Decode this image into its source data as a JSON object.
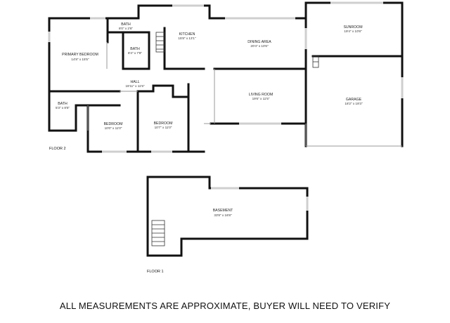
{
  "rooms": {
    "primary_bedroom": {
      "name": "PRIMARY BEDROOM",
      "dim": "14'8\" x 15'5\""
    },
    "bath_small": {
      "name": "BATH",
      "dim": "8'0\" x 2'6\""
    },
    "bath_mid": {
      "name": "BATH",
      "dim": "8'4\" x 7'8\""
    },
    "kitchen": {
      "name": "KITCHEN",
      "dim": "15'8\" x 13'1\""
    },
    "dining_area": {
      "name": "DINING AREA",
      "dim": "20'4\" x 10'6\""
    },
    "sunroom": {
      "name": "SUNROOM",
      "dim": "19'4\" x 10'8\""
    },
    "hall": {
      "name": "HALL",
      "dim": "19'11\" x 11'5\""
    },
    "bath_left": {
      "name": "BATH",
      "dim": "5'3\" x 8'5\""
    },
    "bedroom_1": {
      "name": "BEDROOM",
      "dim": "10'0\" x 11'0\""
    },
    "bedroom_2": {
      "name": "BEDROOM",
      "dim": "10'7\" x 11'0\""
    },
    "living_room": {
      "name": "LIVING ROOM",
      "dim": "19'6\" x 11'5\""
    },
    "garage": {
      "name": "GARAGE",
      "dim": "18'2\" x 19'3\""
    },
    "basement": {
      "name": "BASEMENT",
      "dim": "33'8\" x 16'8\""
    }
  },
  "floors": {
    "floor2": "FLOOR 2",
    "floor1": "FLOOR 1"
  },
  "footer": {
    "disclaimer": "ALL MEASUREMENTS ARE APPROXIMATE, BUYER WILL NEED TO VERIFY"
  },
  "colors": {
    "wall": "#111111",
    "thin_wall": "#aaaaaa",
    "background": "#ffffff"
  }
}
